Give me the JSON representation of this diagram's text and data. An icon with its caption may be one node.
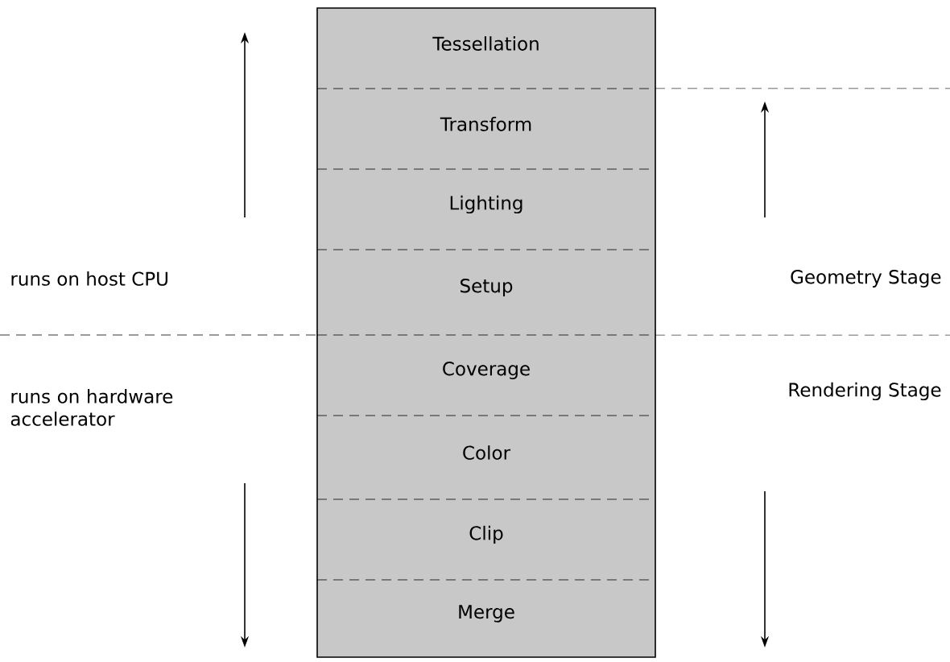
{
  "diagram": {
    "nodes": [
      {
        "text": [],
        "shape": "box"
      },
      {
        "text": [
          "Tessellation"
        ],
        "in": 0
      },
      {
        "text": [
          "Transform"
        ],
        "in": 0
      },
      {
        "text": [
          "Lighting"
        ],
        "in": 0
      },
      {
        "text": [
          "Setup"
        ],
        "in": 0
      },
      {
        "text": [
          "Coverage"
        ],
        "in": 0
      },
      {
        "text": [
          "Color"
        ],
        "in": 0
      },
      {
        "text": [
          "Clip"
        ],
        "in": 0
      },
      {
        "text": [
          "Merge"
        ],
        "in": 0
      }
    ],
    "labels": [
      "runs on host CPU",
      "Geometry Stage",
      "runs on hardware accelerator",
      "Rendering Stage"
    ]
  }
}
